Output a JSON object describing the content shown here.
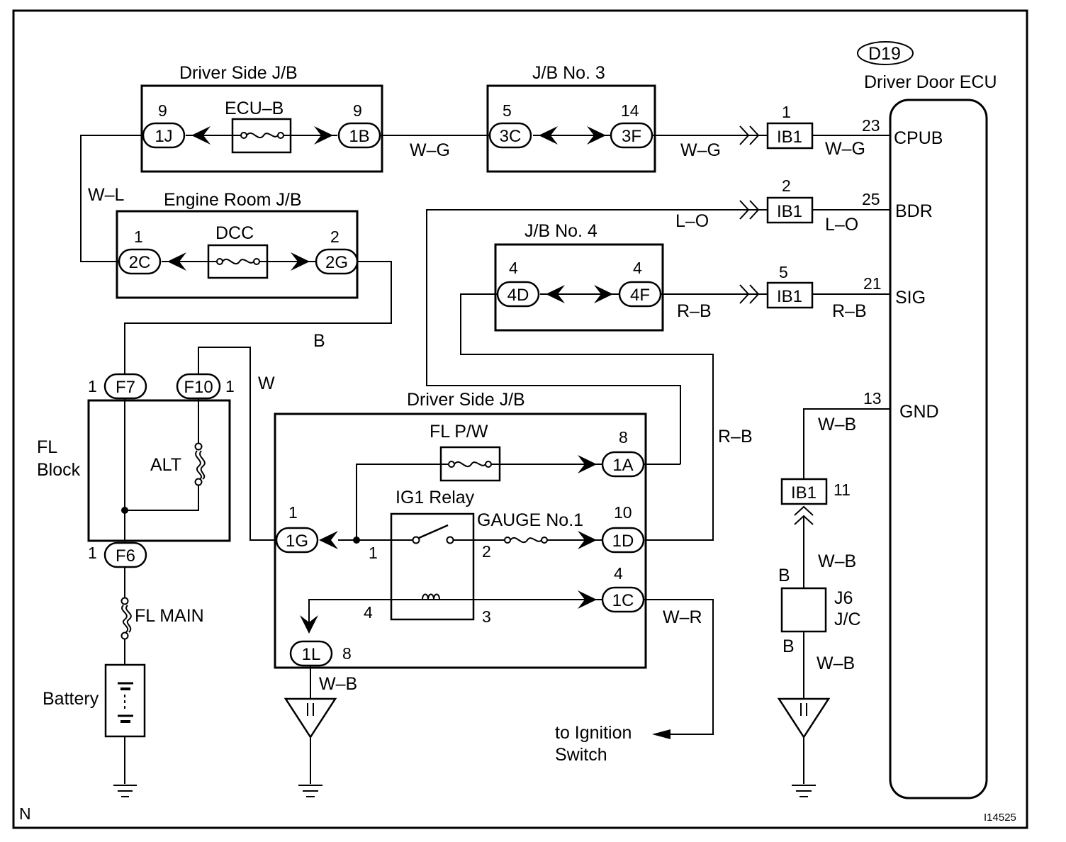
{
  "labels": {
    "driver_side_jb_top": "Driver Side J/B",
    "jb_no3": "J/B No. 3",
    "ecu_id": "D19",
    "ecu_name": "Driver Door ECU",
    "ecu_b": "ECU–B",
    "engine_room_jb": "Engine Room J/B",
    "dcc": "DCC",
    "jb_no4": "J/B No. 4",
    "fl_block_line1": "FL",
    "fl_block_line2": "Block",
    "alt": "ALT",
    "fl_main": "FL MAIN",
    "battery": "Battery",
    "driver_side_jb_mid": "Driver Side J/B",
    "fl_pw": "FL P/W",
    "ig1_relay": "IG1 Relay",
    "gauge_no1": "GAUGE No.1",
    "to_ignition_line1": "to Ignition",
    "to_ignition_line2": "Switch",
    "j6": "J6",
    "jc": "J/C",
    "corner_n": "N",
    "figure_id": "I14525"
  },
  "connectors": {
    "c1j": "1J",
    "c1b": "1B",
    "c3c": "3C",
    "c3f": "3F",
    "ib1_cpub": "IB1",
    "ib1_bdr": "IB1",
    "ib1_sig": "IB1",
    "ib1_gnd": "IB1",
    "c2c": "2C",
    "c2g": "2G",
    "c4d": "4D",
    "c4f": "4F",
    "f7": "F7",
    "f10": "F10",
    "f6": "F6",
    "c1a": "1A",
    "c1g": "1G",
    "c1d": "1D",
    "c1c": "1C",
    "c1l": "1L"
  },
  "pins": {
    "p1j": "9",
    "p1b": "9",
    "p3c": "5",
    "p3f": "14",
    "p_ib1_cpub": "1",
    "p_cpub": "23",
    "p_ib1_bdr": "2",
    "p_bdr": "25",
    "p_ib1_sig": "5",
    "p_sig": "21",
    "p_gnd": "13",
    "p_ib1_gnd": "11",
    "p2c": "1",
    "p2g": "2",
    "p4d": "4",
    "p4f": "4",
    "pf7": "1",
    "pf10": "1",
    "pf6": "1",
    "p1a": "8",
    "p1g": "1",
    "p1d": "10",
    "p1c": "4",
    "p1l": "8",
    "relay1": "1",
    "relay2": "2",
    "relay3": "3",
    "relay4": "4"
  },
  "ecu_terminals": {
    "cpub": "CPUB",
    "bdr": "BDR",
    "sig": "SIG",
    "gnd": "GND"
  },
  "wires": {
    "wg1": "W–G",
    "wg2": "W–G",
    "wg3": "W–G",
    "wl": "W–L",
    "lo1": "L–O",
    "lo2": "L–O",
    "rb1": "R–B",
    "rb2": "R–B",
    "rb3": "R–B",
    "b": "B",
    "w": "W",
    "wb_ecu": "W–B",
    "wb_mid": "W–B",
    "wb_low": "W–B",
    "wb_1l": "W–B",
    "wr": "W–R",
    "jc_b_top": "B",
    "jc_b_bottom": "B"
  }
}
